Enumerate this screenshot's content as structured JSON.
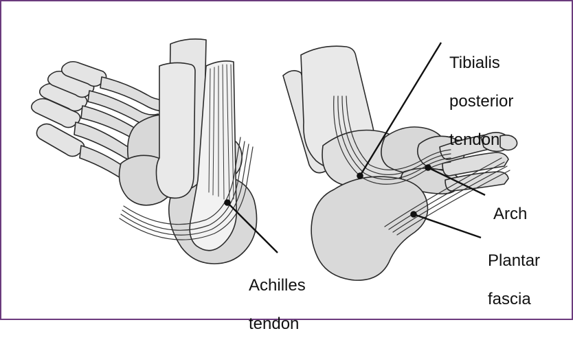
{
  "figure": {
    "frame_color": "#6b3a7d",
    "bone_fill": "#dcdcdc",
    "bone_fill_light": "#ececec",
    "bone_shadow": "#bdbdbd",
    "outline": "#2a2a2a",
    "tendon_fill": "#f2f2f2"
  },
  "labels": {
    "achilles": [
      "Achilles",
      "tendon"
    ],
    "tibialis": [
      "Tibialis",
      "posterior",
      "tendon"
    ],
    "arch": [
      "Arch"
    ],
    "plantar": [
      "Plantar",
      "fascia"
    ]
  }
}
